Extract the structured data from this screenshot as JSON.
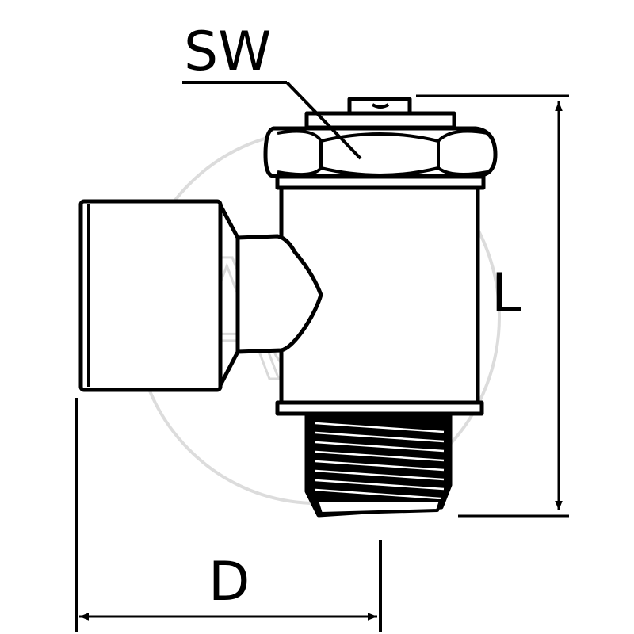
{
  "diagram": {
    "type": "technical-drawing",
    "subject": "angled grease nipple / fitting, side view",
    "labels": {
      "wrench_size": "SW",
      "length": "L",
      "diameter": "D"
    },
    "watermark": {
      "text_a": "A",
      "text_g": "G",
      "text_p": "P"
    },
    "colors": {
      "line": "#000000",
      "background": "#ffffff",
      "watermark": "#d9d9d9"
    }
  }
}
